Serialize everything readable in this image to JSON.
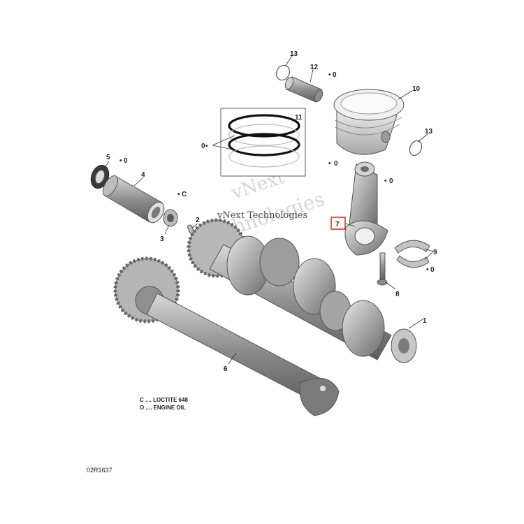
{
  "callouts": {
    "c1": "1",
    "c2": "2",
    "c3": "3",
    "c4": "4",
    "c5": "5",
    "c6": "6",
    "c7": "7",
    "c8": "8",
    "c9": "9",
    "c10": "10",
    "c11": "11",
    "c12": "12",
    "c13a": "13",
    "c13b": "13"
  },
  "symbols": {
    "oil": "0",
    "loctite": "C"
  },
  "legend": {
    "loctite": "C .... LOCTITE 648",
    "engine_oil": "O .... ENGINE OIL"
  },
  "watermark": {
    "line1": "vNext",
    "line2": "Technologies",
    "banner": "vNext Technologies"
  },
  "reference_code": "02R1637",
  "colors": {
    "metal": "#a8a8a8",
    "metal_dark": "#6f6f6f",
    "ring": "#111111",
    "highlight": "#e00000"
  }
}
